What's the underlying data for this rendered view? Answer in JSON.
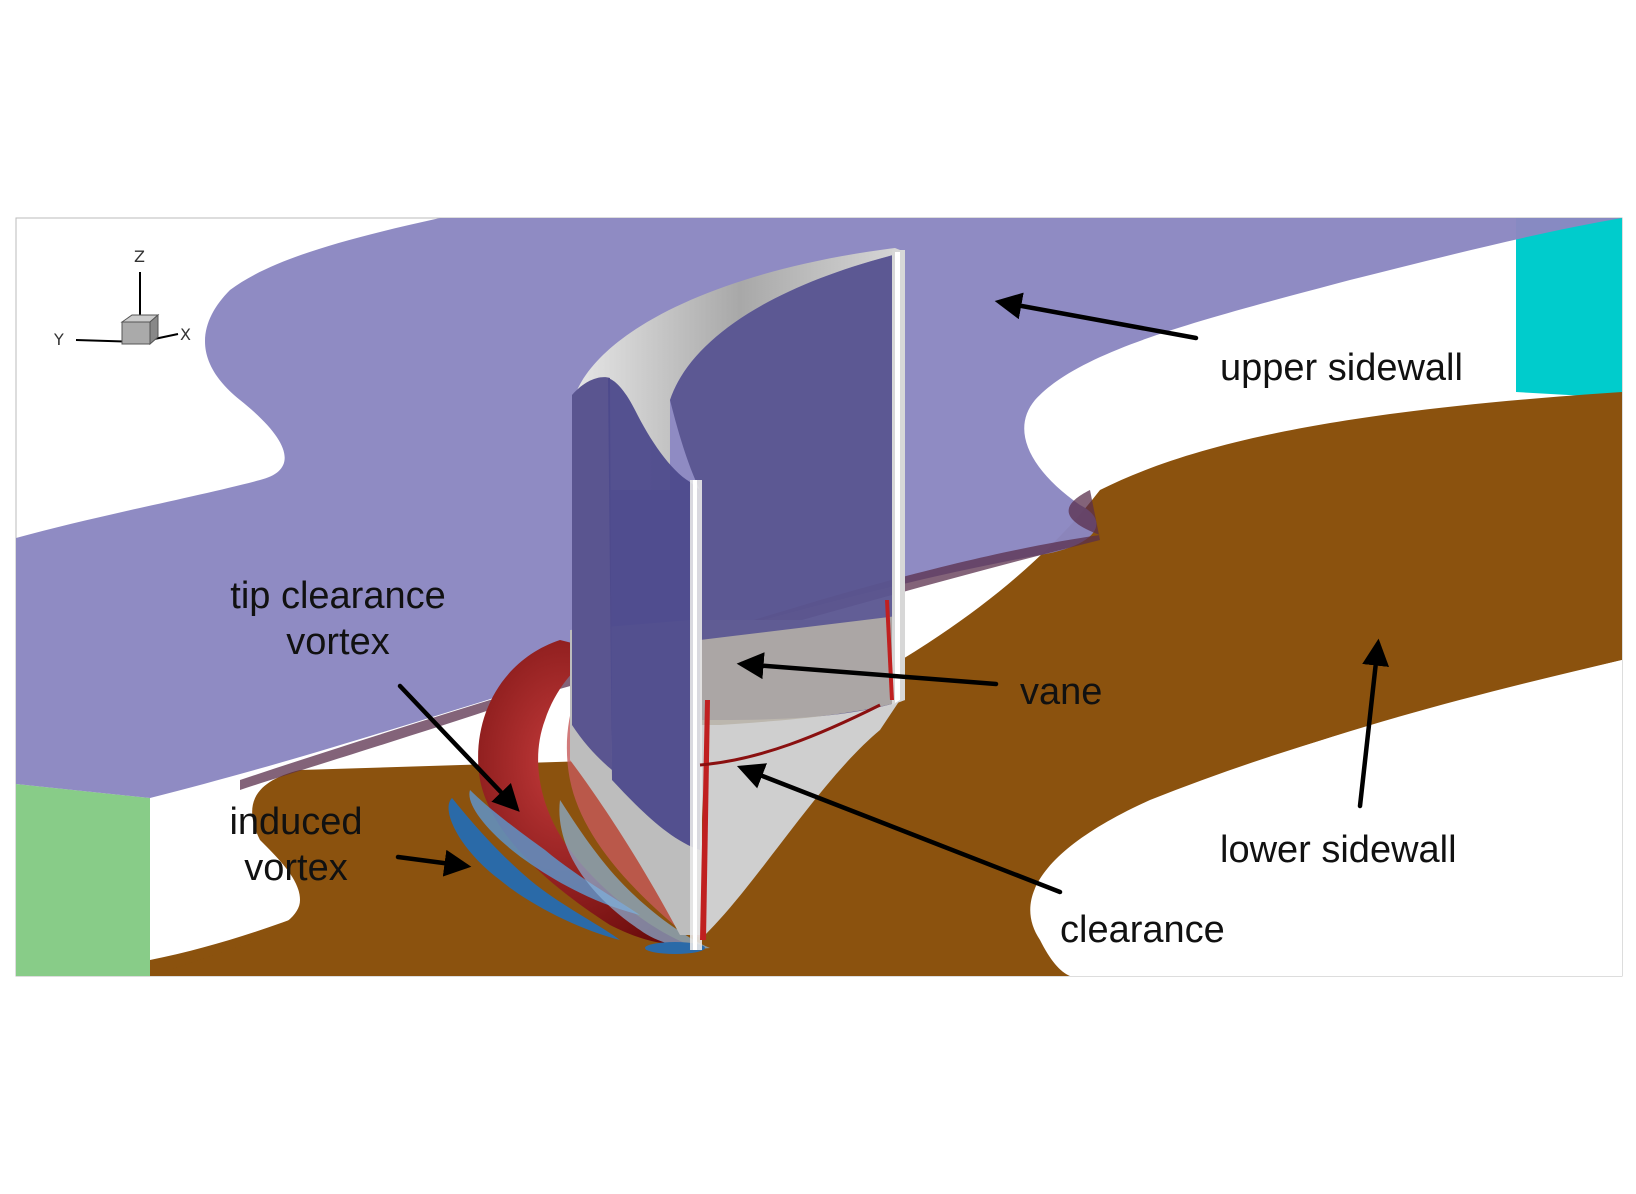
{
  "labels": {
    "upper_sidewall": "upper sidewall",
    "lower_sidewall": "lower sidewall",
    "vane": "vane",
    "clearance": "clearance",
    "tip_clearance_vortex_1": "tip clearance",
    "tip_clearance_vortex_2": "vortex",
    "induced_vortex_1": "induced",
    "induced_vortex_2": "vortex"
  },
  "axes": {
    "z": "Z",
    "y": "Y",
    "x": "X"
  },
  "colors": {
    "upper_sidewall": "#8b87c1",
    "lower_sidewall": "#8b520e",
    "inlet_face": "#88cc88",
    "outlet_face": "#00cccc",
    "vane_pressure_side": "#5a5590",
    "vane_suction_side": "#bdbdbd",
    "vortex_red": "#9a1a1a",
    "vortex_blue": "#2a6aa8"
  }
}
